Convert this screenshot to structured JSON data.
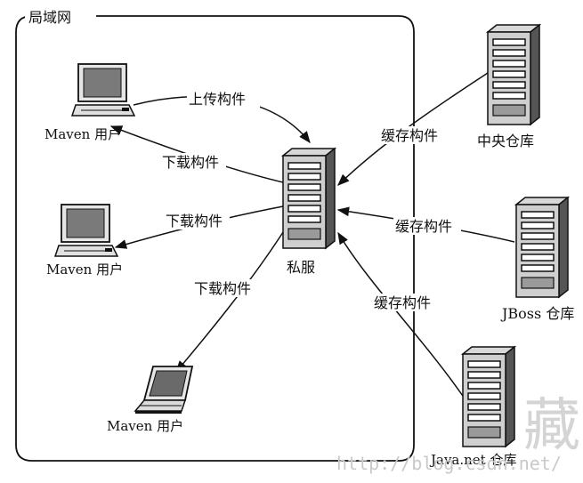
{
  "lan": {
    "label": "局域网"
  },
  "labels": {
    "upload": "上传构件",
    "download_1": "下载构件",
    "download_2": "下载构件",
    "download_3": "下载构件",
    "cache_1": "缓存构件",
    "cache_2": "缓存构件",
    "cache_3": "缓存构件"
  },
  "nodes": {
    "private_server": "私服",
    "user_1": "Maven 用户",
    "user_2": "Maven 用户",
    "user_3": "Maven 用户",
    "central_repo": "中央仓库",
    "jboss_repo": "JBoss 仓库",
    "javanet_repo": "Java.net 仓库"
  },
  "watermark": "http://blog.csdn.net/",
  "colors": {
    "ink": "#111111",
    "screen": "#7a7a7a",
    "watermark": "#c9c9c9"
  }
}
